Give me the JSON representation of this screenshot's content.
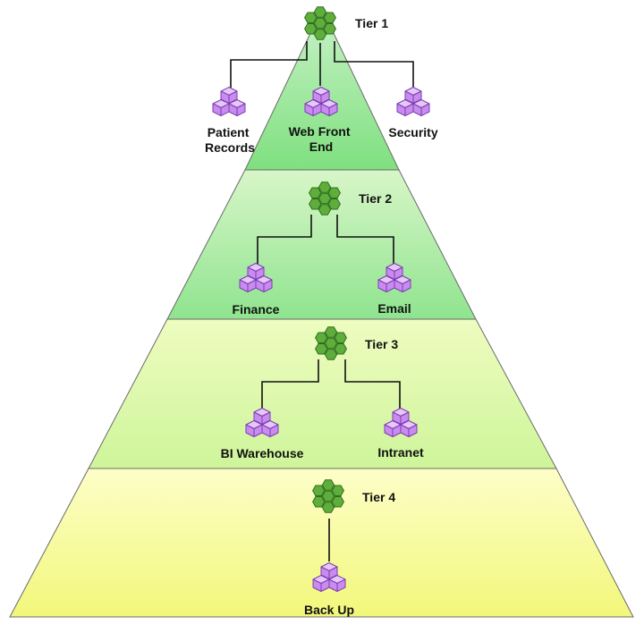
{
  "colors": {
    "tier1_top": "#c8f2c8",
    "tier1_bottom": "#7fe07f",
    "tier2_top": "#d8f6c8",
    "tier2_bottom": "#8fe48f",
    "tier3_top": "#eefcc0",
    "tier3_bottom": "#cef59a",
    "tier4_top": "#fdfec8",
    "tier4_bottom": "#f2f77a",
    "hex_fill": "#5fae3c",
    "hex_stroke": "#2f6e1e",
    "cube_fill": "#c98bf0",
    "cube_light": "#e6c6fb",
    "cube_stroke": "#7b3fae",
    "connector": "#111111"
  },
  "tiers": [
    {
      "label": "Tier 1",
      "hub_icon": "hexagon-cluster-icon",
      "nodes": [
        {
          "lines": [
            "Patient",
            "Records"
          ],
          "icon": "cube-stack-icon"
        },
        {
          "lines": [
            "Web Front",
            "End"
          ],
          "icon": "cube-stack-icon"
        },
        {
          "lines": [
            "Security"
          ],
          "icon": "cube-stack-icon"
        }
      ]
    },
    {
      "label": "Tier 2",
      "hub_icon": "hexagon-cluster-icon",
      "nodes": [
        {
          "lines": [
            "Finance"
          ],
          "icon": "cube-stack-icon"
        },
        {
          "lines": [
            "Email"
          ],
          "icon": "cube-stack-icon"
        }
      ]
    },
    {
      "label": "Tier 3",
      "hub_icon": "hexagon-cluster-icon",
      "nodes": [
        {
          "lines": [
            "BI Warehouse"
          ],
          "icon": "cube-stack-icon"
        },
        {
          "lines": [
            "Intranet"
          ],
          "icon": "cube-stack-icon"
        }
      ]
    },
    {
      "label": "Tier 4",
      "hub_icon": "hexagon-cluster-icon",
      "nodes": [
        {
          "lines": [
            "Back Up"
          ],
          "icon": "cube-stack-icon"
        }
      ]
    }
  ]
}
